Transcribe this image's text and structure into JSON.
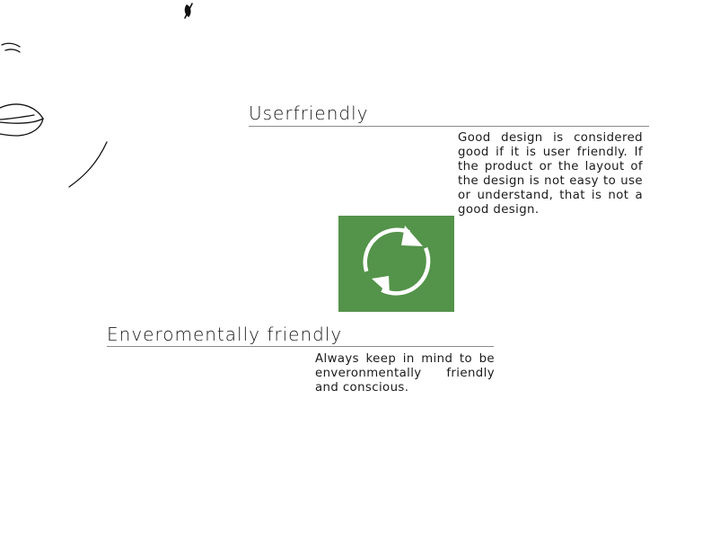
{
  "sections": {
    "userfriendly": {
      "heading": "Userfriendly",
      "body": "Good design is considered good if it is user friendly. If the product or the layout of the design is not easy to use or understand, that is not a good design."
    },
    "environmental": {
      "heading": "Enveromentally friendly",
      "body": "Always keep in mind to be enveronmentally friendly and conscious."
    }
  },
  "icons": {
    "tile": "recycle-arrows-icon",
    "doodle_leaf": "leaf-doodle-icon",
    "doodle_pen": "pen-nib-doodle-icon"
  },
  "colors": {
    "tile_background": "#54934a",
    "icon_foreground": "#ffffff",
    "text": "#1a1a1a",
    "rule": "#8a8a8a"
  }
}
